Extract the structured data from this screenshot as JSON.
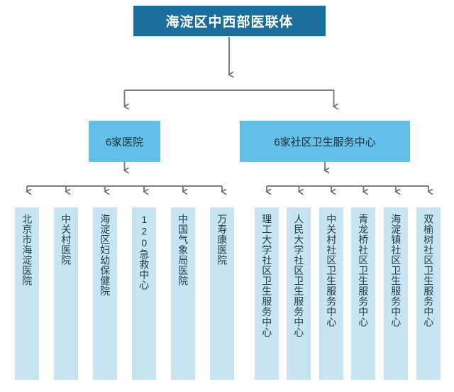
{
  "diagram": {
    "type": "organizational-hierarchy",
    "orientation": "top-down",
    "colors": {
      "root_fill": "#1b6d9c",
      "root_text": "#ffffff",
      "mid_fill": "#64c0e8",
      "mid_text": "#16303d",
      "leaf_fill": "#c8e3f2",
      "leaf_text": "#1d3c50",
      "connector": "#808080",
      "background": "#ffffff"
    },
    "root": {
      "label": "海淀区中西部医联体"
    },
    "branches": [
      {
        "id": "hospitals",
        "label": "6家医院",
        "children": [
          {
            "label": "北京市海淀医院"
          },
          {
            "label": "中关村医院"
          },
          {
            "label": "海淀区妇幼保健院"
          },
          {
            "label": "120急救中心"
          },
          {
            "label": "中国气象局医院"
          },
          {
            "label": "万寿康医院"
          }
        ]
      },
      {
        "id": "community-health-centers",
        "label": "6家社区卫生服务中心",
        "children": [
          {
            "label": "理工大学社区卫生服务中心"
          },
          {
            "label": "人民大学社区卫生服务中心"
          },
          {
            "label": "中关村社区卫生服务中心"
          },
          {
            "label": "青龙桥社区卫生服务中心"
          },
          {
            "label": "海淀镇社区卫生服务中心"
          },
          {
            "label": "双榆树社区卫生服务中心"
          }
        ]
      }
    ]
  }
}
